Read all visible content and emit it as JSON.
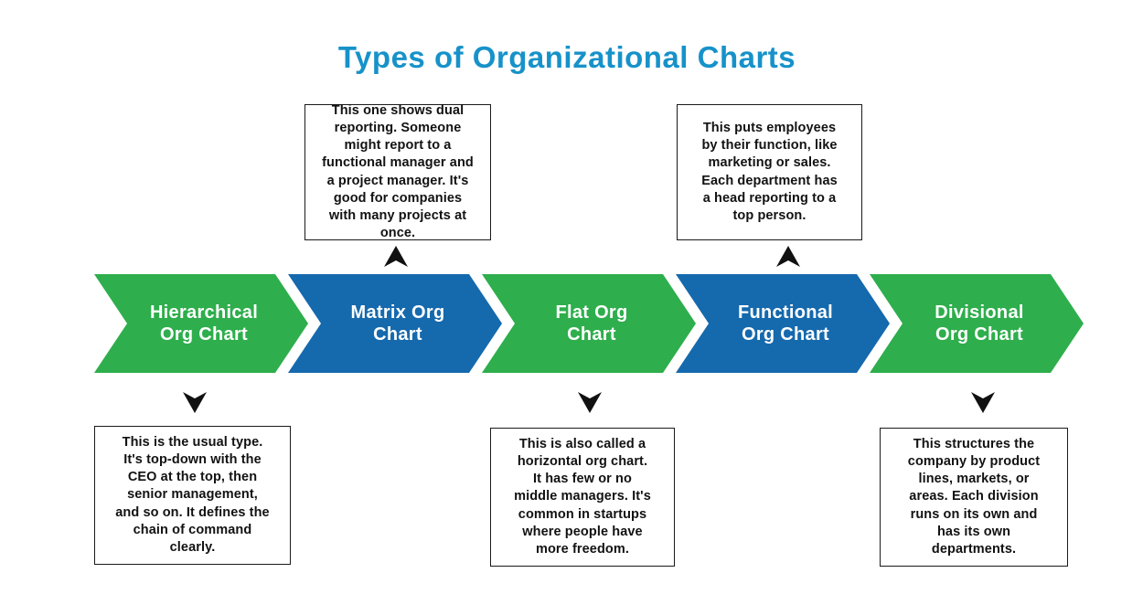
{
  "title": "Types of Organizational Charts",
  "colors": {
    "green": "#2eae4c",
    "blue": "#1569ad",
    "title_blue": "#1792c9",
    "arrow_black": "#111111",
    "box_border": "#1a1a1a"
  },
  "chevrons": [
    {
      "line1": "Hierarchical",
      "line2": "Org Chart",
      "color": "#2eae4c"
    },
    {
      "line1": "Matrix Org",
      "line2": "Chart",
      "color": "#1569ad"
    },
    {
      "line1": "Flat Org",
      "line2": "Chart",
      "color": "#2eae4c"
    },
    {
      "line1": "Functional",
      "line2": "Org Chart",
      "color": "#1569ad"
    },
    {
      "line1": "Divisional",
      "line2": "Org Chart",
      "color": "#2eae4c"
    }
  ],
  "descriptions": {
    "matrix_top": "This one shows dual\nreporting. Someone\nmight report to a\nfunctional manager and\na project manager. It's\ngood for companies\nwith many projects at\nonce.",
    "functional_top": "This puts employees\nby their function, like\nmarketing or sales.\nEach department has\na head reporting to a\ntop person.",
    "hierarchical_bottom": "This is the usual type.\nIt's top-down with the\nCEO at the top, then\nsenior management,\nand so on. It defines the\nchain of command\nclearly.",
    "flat_bottom": "This is also called a\nhorizontal org chart.\nIt has few or no\nmiddle managers. It's\ncommon in startups\nwhere people have\nmore freedom.",
    "divisional_bottom": "This structures the\ncompany by product\nlines, markets, or\nareas. Each division\nruns on its own and\nhas its own\ndepartments."
  }
}
